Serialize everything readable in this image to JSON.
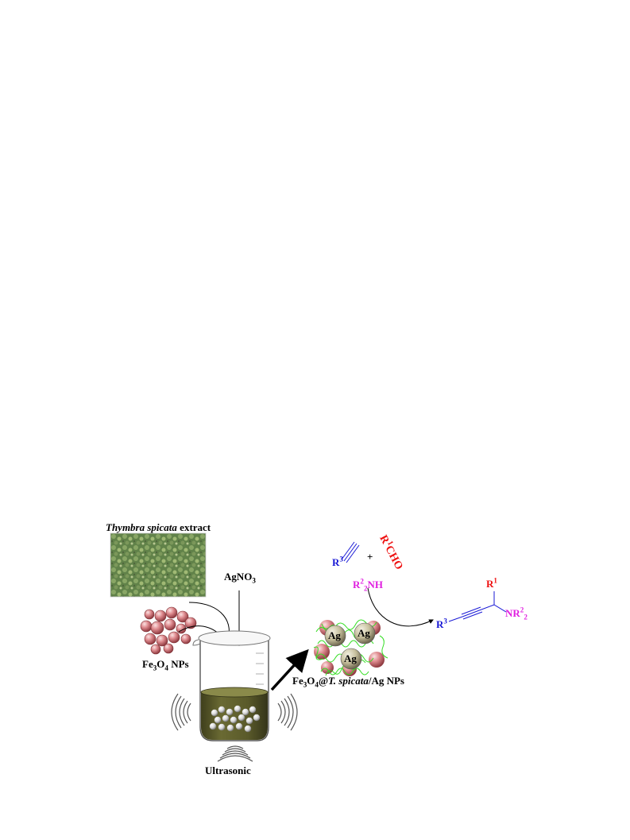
{
  "labels": {
    "extract_species": "Thymbra spicata",
    "extract_word": "extract",
    "agno3_main": "AgNO",
    "agno3_sub": "3",
    "fe3o4_fe": "Fe",
    "fe3o4_sub3": "3",
    "fe3o4_o": "O",
    "fe3o4_sub4": "4",
    "fe3o4_tail": " NPs",
    "ultrasonic": "Ultrasonic",
    "product_catalyst_a": "Fe",
    "product_catalyst_sub3": "3",
    "product_catalyst_b": "O",
    "product_catalyst_sub4": "4",
    "product_catalyst_c": "@",
    "product_catalyst_italic": "T. spicata",
    "product_catalyst_d": "/Ag NPs",
    "ag": "Ag"
  },
  "reaction": {
    "r3": "R",
    "r3_sup": "3",
    "plus": "+",
    "r1cho_r": "R",
    "r1cho_sup": "1",
    "r1cho_tail": "CHO",
    "amine_r": "R",
    "amine_sup": "2",
    "amine_sub": "2",
    "amine_tail": "NH",
    "product_r1": "R",
    "product_r1_sup": "1",
    "product_r3": "R",
    "product_r3_sup": "3",
    "product_nr": "NR",
    "product_nr_sup": "2",
    "product_nr_sub": "2"
  },
  "colors": {
    "r1": "#ee1111",
    "r2": "#e020e0",
    "r3": "#1a1ad6",
    "fe3o4_particle": "#d9868a",
    "liquid": "#5a5a2a",
    "ag_particle": "#c9c4a8",
    "plant_green": "#5f8a3a"
  }
}
